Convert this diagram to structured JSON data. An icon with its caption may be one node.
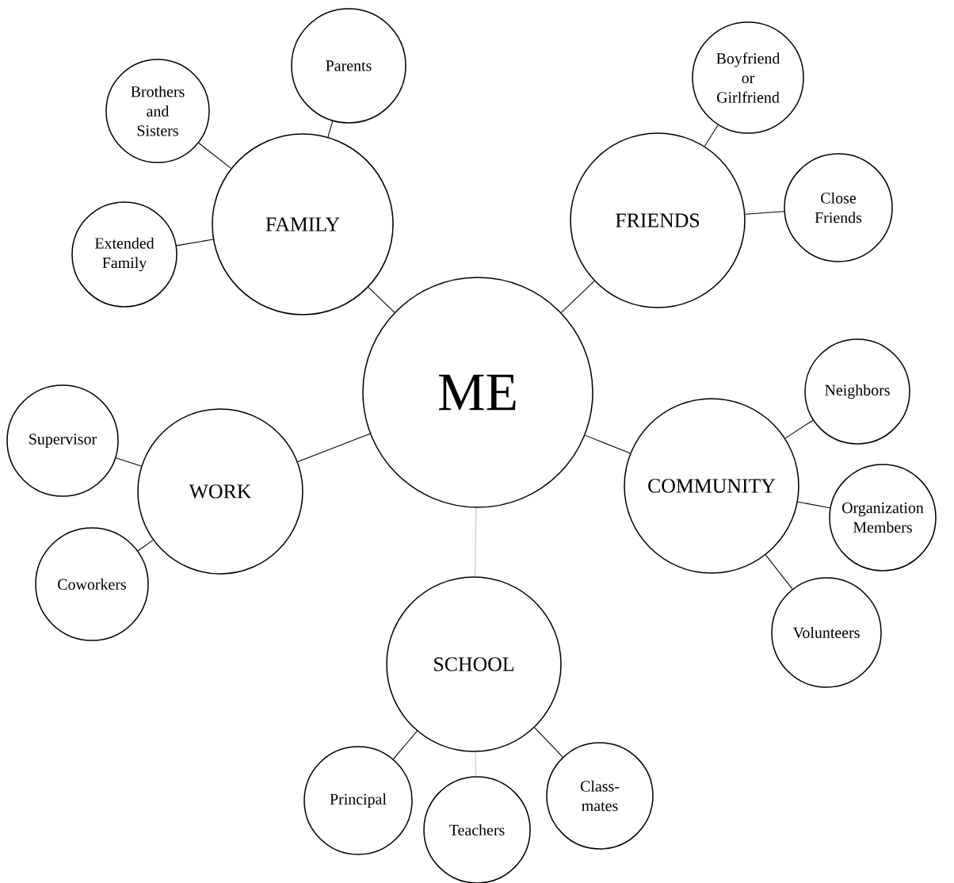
{
  "diagram": {
    "nodes": [
      {
        "text": [
          "ME"
        ]
      },
      {
        "text": [
          "FAMILY"
        ]
      },
      {
        "text": [
          "Parents"
        ]
      },
      {
        "text": [
          "Brothers and Sisters"
        ]
      },
      {
        "text": [
          "Extended Family"
        ]
      },
      {
        "text": [
          "FRIENDS"
        ]
      },
      {
        "text": [
          "Boyfriend or Girlfriend"
        ]
      },
      {
        "text": [
          "Close Friends"
        ]
      },
      {
        "text": [
          "WORK"
        ]
      },
      {
        "text": [
          "Supervisor"
        ]
      },
      {
        "text": [
          "Coworkers"
        ]
      },
      {
        "text": [
          "COMMUNITY"
        ]
      },
      {
        "text": [
          "Neighbors"
        ]
      },
      {
        "text": [
          "Organization Members"
        ]
      },
      {
        "text": [
          "Volunteers"
        ]
      },
      {
        "text": [
          "SCHOOL"
        ]
      },
      {
        "text": [
          "Principal"
        ]
      },
      {
        "text": [
          "Teachers"
        ]
      },
      {
        "text": [
          "Class- mates"
        ]
      }
    ],
    "edges": [
      {
        "from": 0,
        "to": 1,
        "arrow": "none"
      },
      {
        "from": 1,
        "to": 2,
        "arrow": "none"
      },
      {
        "from": 1,
        "to": 3,
        "arrow": "none"
      },
      {
        "from": 1,
        "to": 4,
        "arrow": "none"
      },
      {
        "from": 0,
        "to": 5,
        "arrow": "none"
      },
      {
        "from": 5,
        "to": 6,
        "arrow": "none"
      },
      {
        "from": 5,
        "to": 7,
        "arrow": "none"
      },
      {
        "from": 0,
        "to": 8,
        "arrow": "none"
      },
      {
        "from": 8,
        "to": 9,
        "arrow": "none"
      },
      {
        "from": 8,
        "to": 10,
        "arrow": "none"
      },
      {
        "from": 0,
        "to": 11,
        "arrow": "none"
      },
      {
        "from": 11,
        "to": 12,
        "arrow": "none"
      },
      {
        "from": 11,
        "to": 13,
        "arrow": "none"
      },
      {
        "from": 11,
        "to": 14,
        "arrow": "none"
      },
      {
        "from": 0,
        "to": 15,
        "arrow": "none",
        "style": "dashed"
      },
      {
        "from": 15,
        "to": 16,
        "arrow": "none"
      },
      {
        "from": 15,
        "to": 17,
        "arrow": "none",
        "style": "dashed"
      },
      {
        "from": 15,
        "to": 18,
        "arrow": "none"
      }
    ]
  }
}
